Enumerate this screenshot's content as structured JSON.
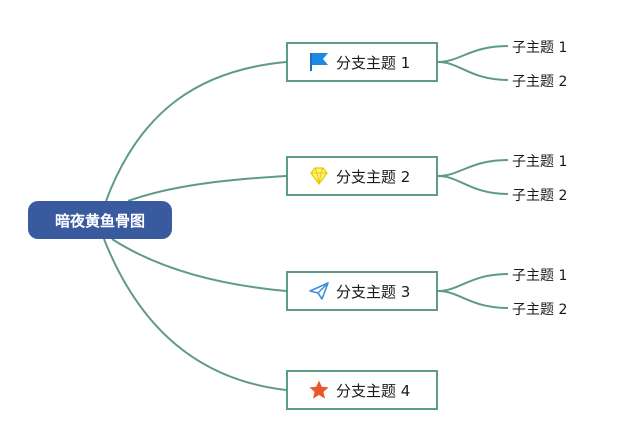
{
  "root": {
    "label": "暗夜黄鱼骨图"
  },
  "branches": [
    {
      "label": "分支主题 1",
      "icon": "flag-icon",
      "subtopics": [
        "子主题 1",
        "子主题 2"
      ]
    },
    {
      "label": "分支主题 2",
      "icon": "diamond-icon",
      "subtopics": [
        "子主题 1",
        "子主题 2"
      ]
    },
    {
      "label": "分支主题 3",
      "icon": "paper-plane-icon",
      "subtopics": [
        "子主题 1",
        "子主题 2"
      ]
    },
    {
      "label": "分支主题 4",
      "icon": "star-icon",
      "subtopics": []
    }
  ],
  "colors": {
    "root_fill": "#3a5aa0",
    "connector": "#5e9b86",
    "branch_border": "#5e9b86"
  }
}
